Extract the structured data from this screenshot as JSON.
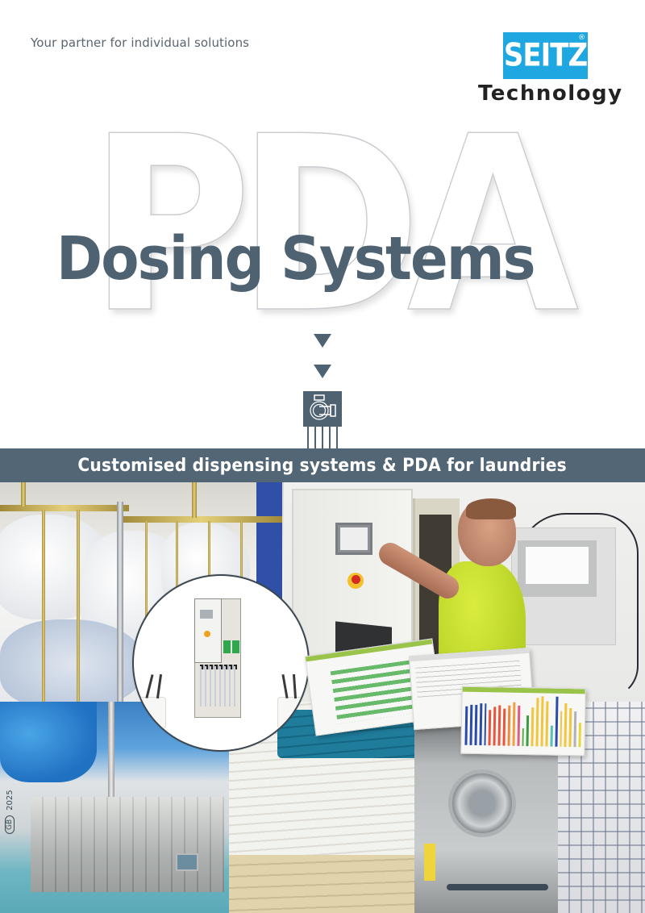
{
  "header": {
    "tagline": "Your partner for individual solutions"
  },
  "logo": {
    "brand": "SEITZ",
    "registered": "®",
    "subtitle": "Technology",
    "brand_color": "#1fa7e1"
  },
  "hero": {
    "background_word": "PDA",
    "title": "Dosing Systems",
    "title_color": "#4e6272",
    "arrow_icon": "down-triangle-icon",
    "pump_icon": "dosing-pump-icon"
  },
  "banner": {
    "text": "Customised dispensing systems & PDA for laundries",
    "background_color": "#536676"
  },
  "collage": {
    "photos": [
      {
        "name": "laundry-cart-photo",
        "subject": "Laundry trolley with white linen"
      },
      {
        "name": "operator-photo",
        "subject": "Technician operating a control cabinet touch panel"
      },
      {
        "name": "tunnel-washer-photo",
        "subject": "Industrial tunnel washer with blue sling bags"
      },
      {
        "name": "stacked-linen-photo",
        "subject": "Stacks of folded linen"
      },
      {
        "name": "washer-extractor-photo",
        "subject": "Industrial washer extractor"
      },
      {
        "name": "linen-cage-photo",
        "subject": "Wire cage with linen"
      }
    ],
    "inset": {
      "subject": "Dosing system control cabinet with chemical containers"
    },
    "screenshots": [
      {
        "name": "software-screenshot-table",
        "accent": "#4caf50"
      },
      {
        "name": "software-screenshot-list",
        "accent": "#e24a3a"
      },
      {
        "name": "software-screenshot-bar-chart",
        "accent": "#9ac34a"
      }
    ],
    "chart_bar_colors": [
      "#2a4ca8",
      "#2a4ca8",
      "#2a4ca8",
      "#2a4ca8",
      "#2a4ca8",
      "#e8553a",
      "#e8553a",
      "#e8553a",
      "#e8553a",
      "#f08a3a",
      "#f0a040",
      "#e05a8a",
      "#5ab04a",
      "#3c9a46",
      "#f2c53a",
      "#f2c53a",
      "#f2c53a",
      "#f2c53a",
      "#58c0b8",
      "#2a4ca8",
      "#f2c53a",
      "#f2c53a",
      "#f2c53a",
      "#b0b0b8",
      "#e6d83a"
    ],
    "chart_bar_heights": [
      48,
      50,
      50,
      52,
      52,
      44,
      48,
      50,
      46,
      50,
      54,
      50,
      22,
      38,
      48,
      60,
      62,
      56,
      26,
      62,
      44,
      54,
      48,
      44,
      30
    ]
  },
  "footer": {
    "country_badge": "GB",
    "print_code": "2025"
  }
}
